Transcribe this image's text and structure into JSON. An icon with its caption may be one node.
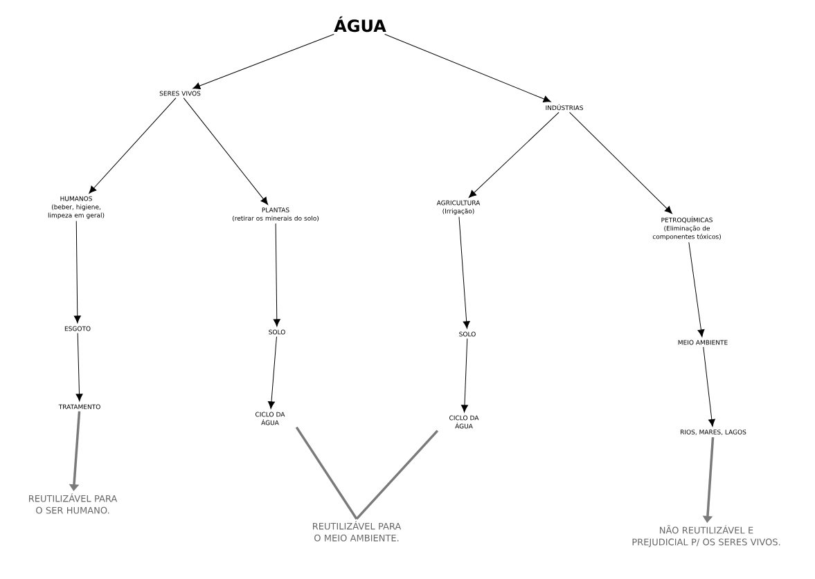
{
  "diagram": {
    "nodes": [
      {
        "text": [
          "ÁGUA"
        ]
      },
      {
        "text": [
          "SERES VIVOS"
        ]
      },
      {
        "text": [
          "INDÚSTRIAS"
        ]
      },
      {
        "text": [
          "HUMANOS",
          "(beber, higiene, limpeza em geral)"
        ]
      },
      {
        "text": [
          "PLANTAS",
          "(retirar os minerais do solo)"
        ]
      },
      {
        "text": [
          "AGRICULTURA",
          "(Irrigação)"
        ]
      },
      {
        "text": [
          "PETROQUÍMICAS",
          "(Eliminação de componentes tóxicos)"
        ]
      },
      {
        "text": [
          "ESGOTO"
        ]
      },
      {
        "text": [
          "TRATAMENTO"
        ]
      },
      {
        "text": [
          "REUTILIZÁVEL PARA O SER HUMANO."
        ]
      },
      {
        "text": [
          "SOLO"
        ]
      },
      {
        "text": [
          "CICLO DA ÁGUA"
        ]
      },
      {
        "text": [
          "SOLO"
        ]
      },
      {
        "text": [
          "CICLO DA ÁGUA"
        ]
      },
      {
        "text": [
          "REUTILIZÁVEL PARA O MEIO AMBIENTE."
        ]
      },
      {
        "text": [
          "MEIO AMBIENTE"
        ]
      },
      {
        "text": [
          "RIOS, MARES, LAGOS"
        ]
      },
      {
        "text": [
          "NÃO REUTILIZÁVEL E PREJUDICIAL P/ OS SERES VIVOS."
        ]
      }
    ],
    "edges": [
      {
        "from": 0,
        "to": 1,
        "arrow": "to"
      },
      {
        "from": 0,
        "to": 2,
        "arrow": "to"
      },
      {
        "from": 1,
        "to": 3,
        "arrow": "to"
      },
      {
        "from": 1,
        "to": 4,
        "arrow": "to"
      },
      {
        "from": 2,
        "to": 5,
        "arrow": "to"
      },
      {
        "from": 2,
        "to": 6,
        "arrow": "to"
      },
      {
        "from": 3,
        "to": 7,
        "arrow": "to"
      },
      {
        "from": 7,
        "to": 8,
        "arrow": "to"
      },
      {
        "from": 8,
        "to": 9,
        "arrow": "to",
        "style": "thick",
        "color": "#7a7a7a"
      },
      {
        "from": 4,
        "to": 10,
        "arrow": "to"
      },
      {
        "from": 10,
        "to": 11,
        "arrow": "to"
      },
      {
        "from": 11,
        "to": 14,
        "arrow": "none",
        "style": "thick",
        "color": "#7a7a7a"
      },
      {
        "from": 13,
        "to": 14,
        "arrow": "none",
        "style": "thick",
        "color": "#7a7a7a"
      },
      {
        "from": 5,
        "to": 12,
        "arrow": "to"
      },
      {
        "from": 12,
        "to": 13,
        "arrow": "to"
      },
      {
        "from": 6,
        "to": 15,
        "arrow": "to"
      },
      {
        "from": 15,
        "to": 16,
        "arrow": "to"
      },
      {
        "from": 16,
        "to": 17,
        "arrow": "to",
        "style": "thick",
        "color": "#7a7a7a"
      }
    ]
  }
}
